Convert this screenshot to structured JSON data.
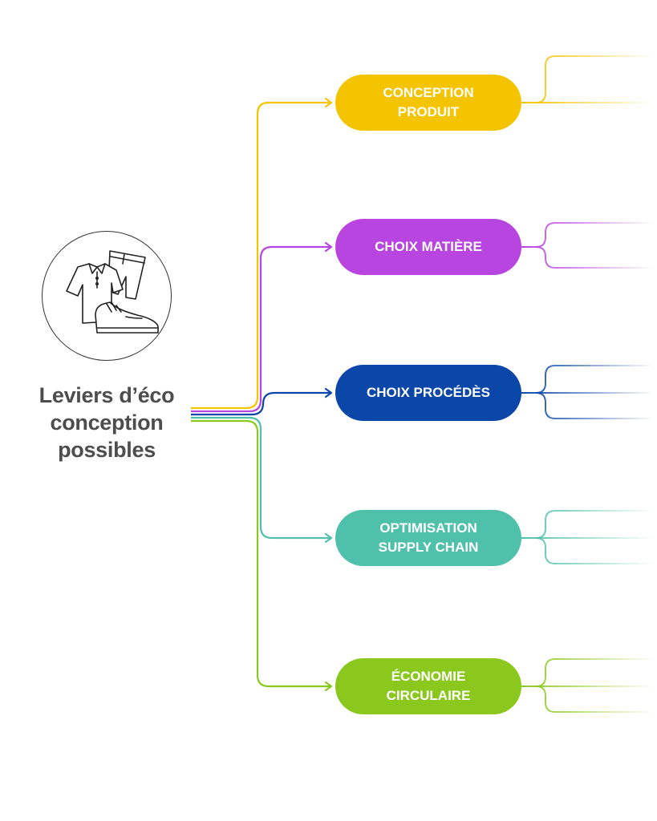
{
  "center": {
    "title_lines": [
      "Leviers d’éco",
      "conception",
      "possibles"
    ],
    "icon": "clothing-shoe-icon"
  },
  "branches": [
    {
      "id": "conception-produit",
      "lines": [
        "CONCEPTION",
        "PRODUIT"
      ],
      "color": "#f5c400",
      "sub_count": 2
    },
    {
      "id": "choix-matiere",
      "lines": [
        "CHOIX MATIÈRE"
      ],
      "color": "#b845e0",
      "sub_count": 2
    },
    {
      "id": "choix-procedes",
      "lines": [
        "CHOIX PROCÉDÈS"
      ],
      "color": "#0b47a8",
      "sub_count": 3
    },
    {
      "id": "optimisation-supply-chain",
      "lines": [
        "OPTIMISATION",
        "SUPPLY CHAIN"
      ],
      "color": "#4fc1aa",
      "sub_count": 3
    },
    {
      "id": "economie-circulaire",
      "lines": [
        "ÉCONOMIE",
        "CIRCULAIRE"
      ],
      "color": "#8bc81e",
      "sub_count": 3
    }
  ]
}
